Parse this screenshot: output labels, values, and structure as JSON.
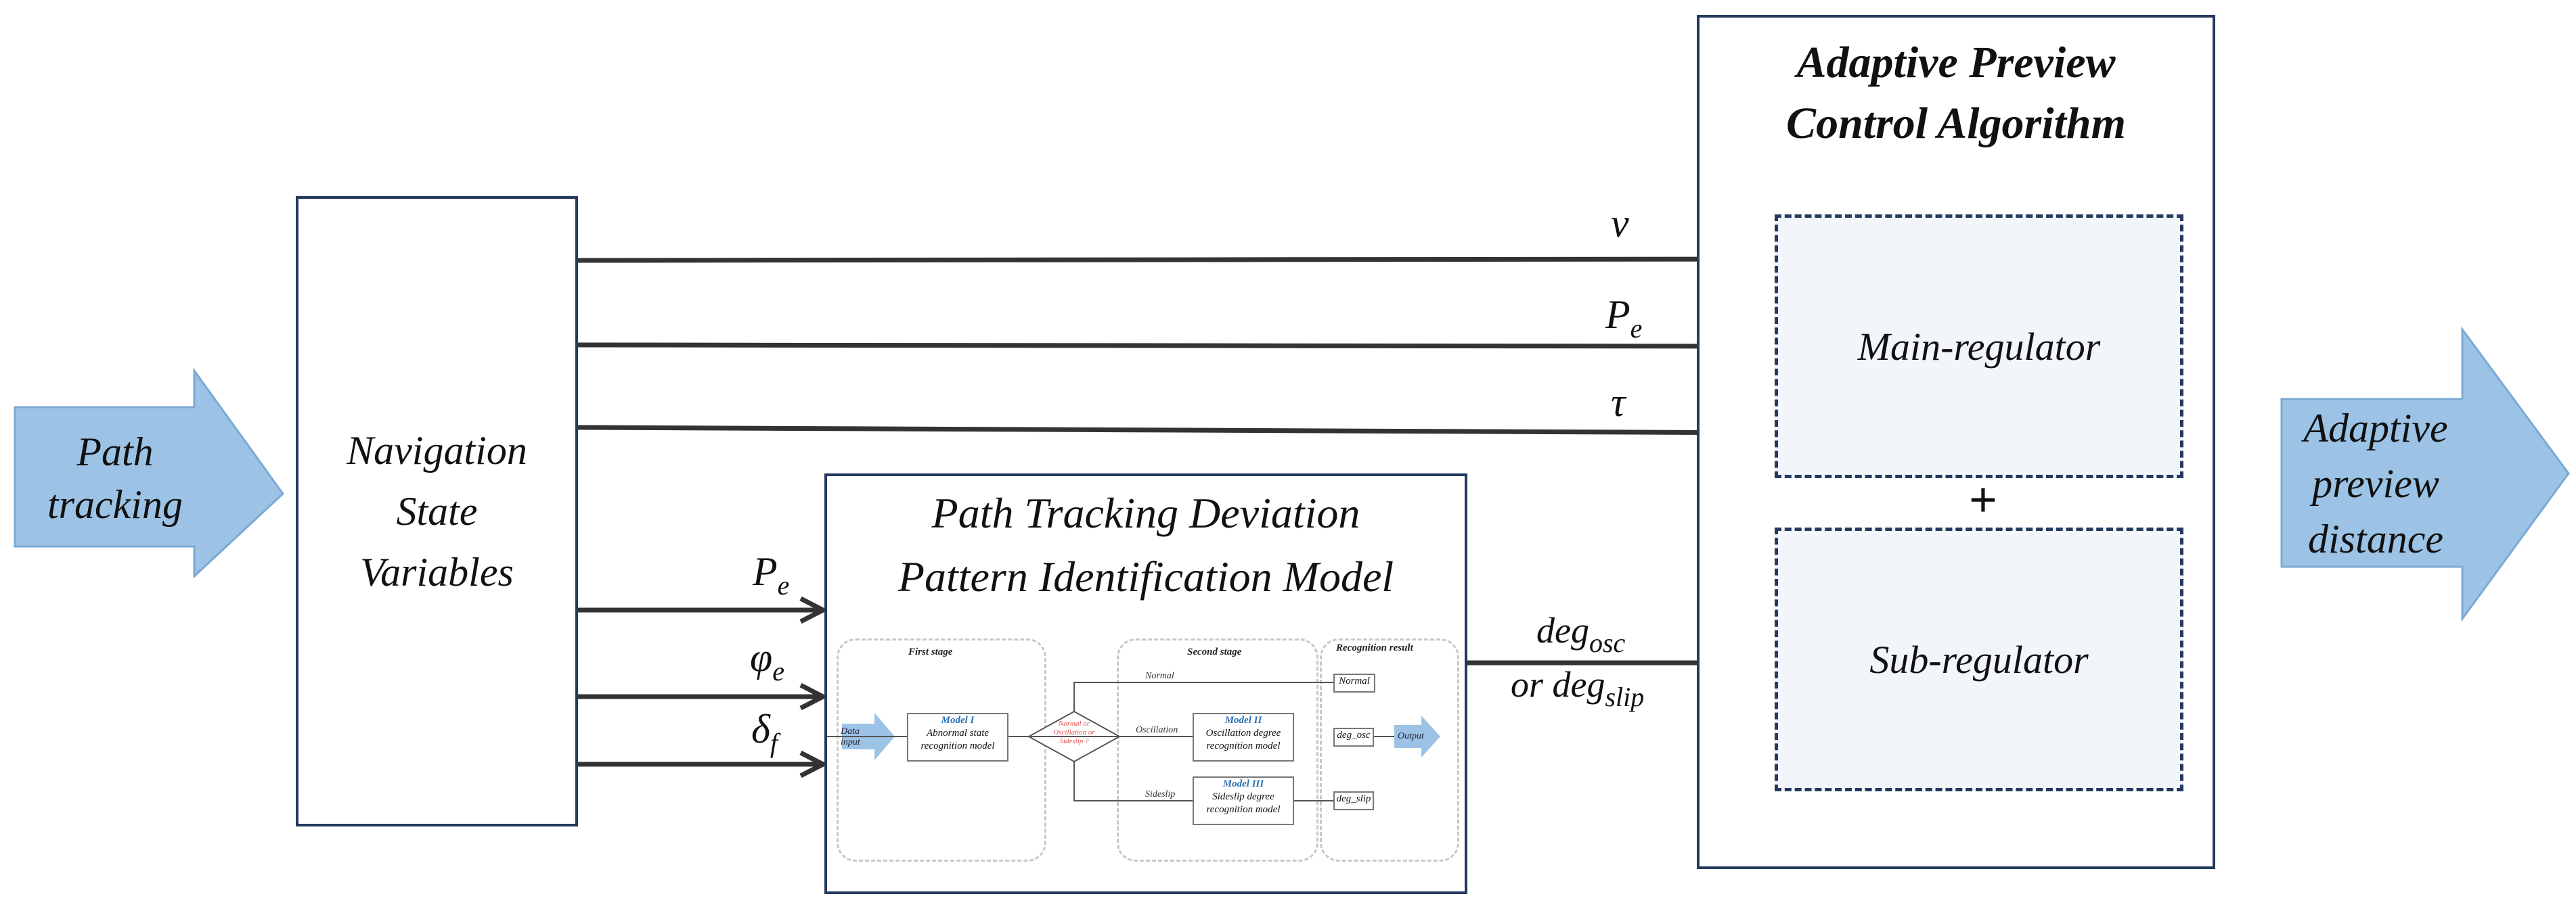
{
  "input_arrow": {
    "label": "Path tracking",
    "color": "#9cc3e6"
  },
  "output_arrow": {
    "label": "Adaptive preview distance",
    "color": "#9cc3e6"
  },
  "nav_box": {
    "label": "Navigation State Variables"
  },
  "algorithm": {
    "title_line1": "Adaptive Preview",
    "title_line2": "Control Algorithm",
    "main_regulator": "Main-regulator",
    "sub_regulator": "Sub-regulator",
    "plus": "+"
  },
  "model": {
    "title_line1": "Path Tracking Deviation",
    "title_line2": "Pattern Identification Model",
    "first_stage": "First stage",
    "second_stage": "Second stage",
    "recognition_result": "Recognition result",
    "data_input": "Data input",
    "model1_name": "Model I",
    "model1_desc": "Abnormal state recognition model",
    "decision": "Normal or Oscillation or Sideslip ?",
    "normal_branch": "Normal",
    "oscillation_branch": "Oscillation",
    "sideslip_branch": "Sideslip",
    "model2_name": "Model II",
    "model2_desc": "Oscillation degree recognition model",
    "model3_name": "Model III",
    "model3_desc": "Sideslip degree recognition model",
    "result_normal": "Normal",
    "result_osc": "deg_osc",
    "result_slip": "deg_slip",
    "output": "Output"
  },
  "signals": {
    "v": "v",
    "pe_top": {
      "base": "P",
      "sub": "e"
    },
    "tau": "τ",
    "pe_low": {
      "base": "P",
      "sub": "e"
    },
    "phi_e": {
      "base": "φ",
      "sub": "e"
    },
    "delta_f": {
      "base": "δ",
      "sub": "f"
    },
    "deg_osc": {
      "base": "deg",
      "sub": "osc"
    },
    "or_text": "or ",
    "deg_slip": {
      "base": "deg",
      "sub": "slip"
    }
  }
}
